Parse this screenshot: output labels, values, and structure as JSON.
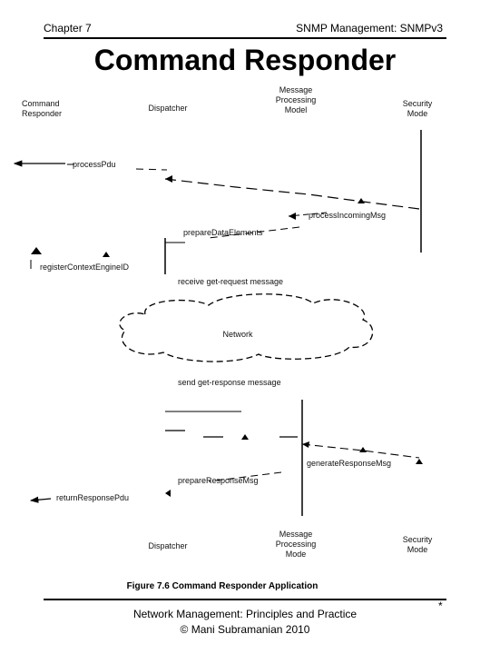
{
  "header": {
    "chapter": "Chapter 7",
    "topic": "SNMP Management: SNMPv3"
  },
  "slide_title": "Command Responder",
  "participants_top": {
    "command_responder": "Command Responder",
    "dispatcher": "Dispatcher",
    "message_processing_model": "Message Processing Model",
    "security_model": "Security Mode"
  },
  "participants_bottom": {
    "dispatcher": "Dispatcher",
    "message_processing_model": "Message Processing Mode",
    "security_model": "Security Mode"
  },
  "messages": {
    "process_pdu": "processPdu",
    "process_incoming_msg": "processIncomingMsg",
    "prepare_data_elements": "prepareDataElements",
    "register_context_engine_id": "registerContextEngineID",
    "receive_request": "receive get-request message",
    "network": "Network",
    "send_response": "send get-response message",
    "generate_response_msg": "generateResponseMsg",
    "prepare_response_msg": "prepareResponseMsg",
    "return_response_pdu": "returnResponsePdu"
  },
  "figure_caption": "Figure 7.6  Command Responder Application",
  "footer": {
    "book": "Network Management: Principles and Practice",
    "copyright": "© Mani Subramanian 2010",
    "page_marker": "*"
  }
}
